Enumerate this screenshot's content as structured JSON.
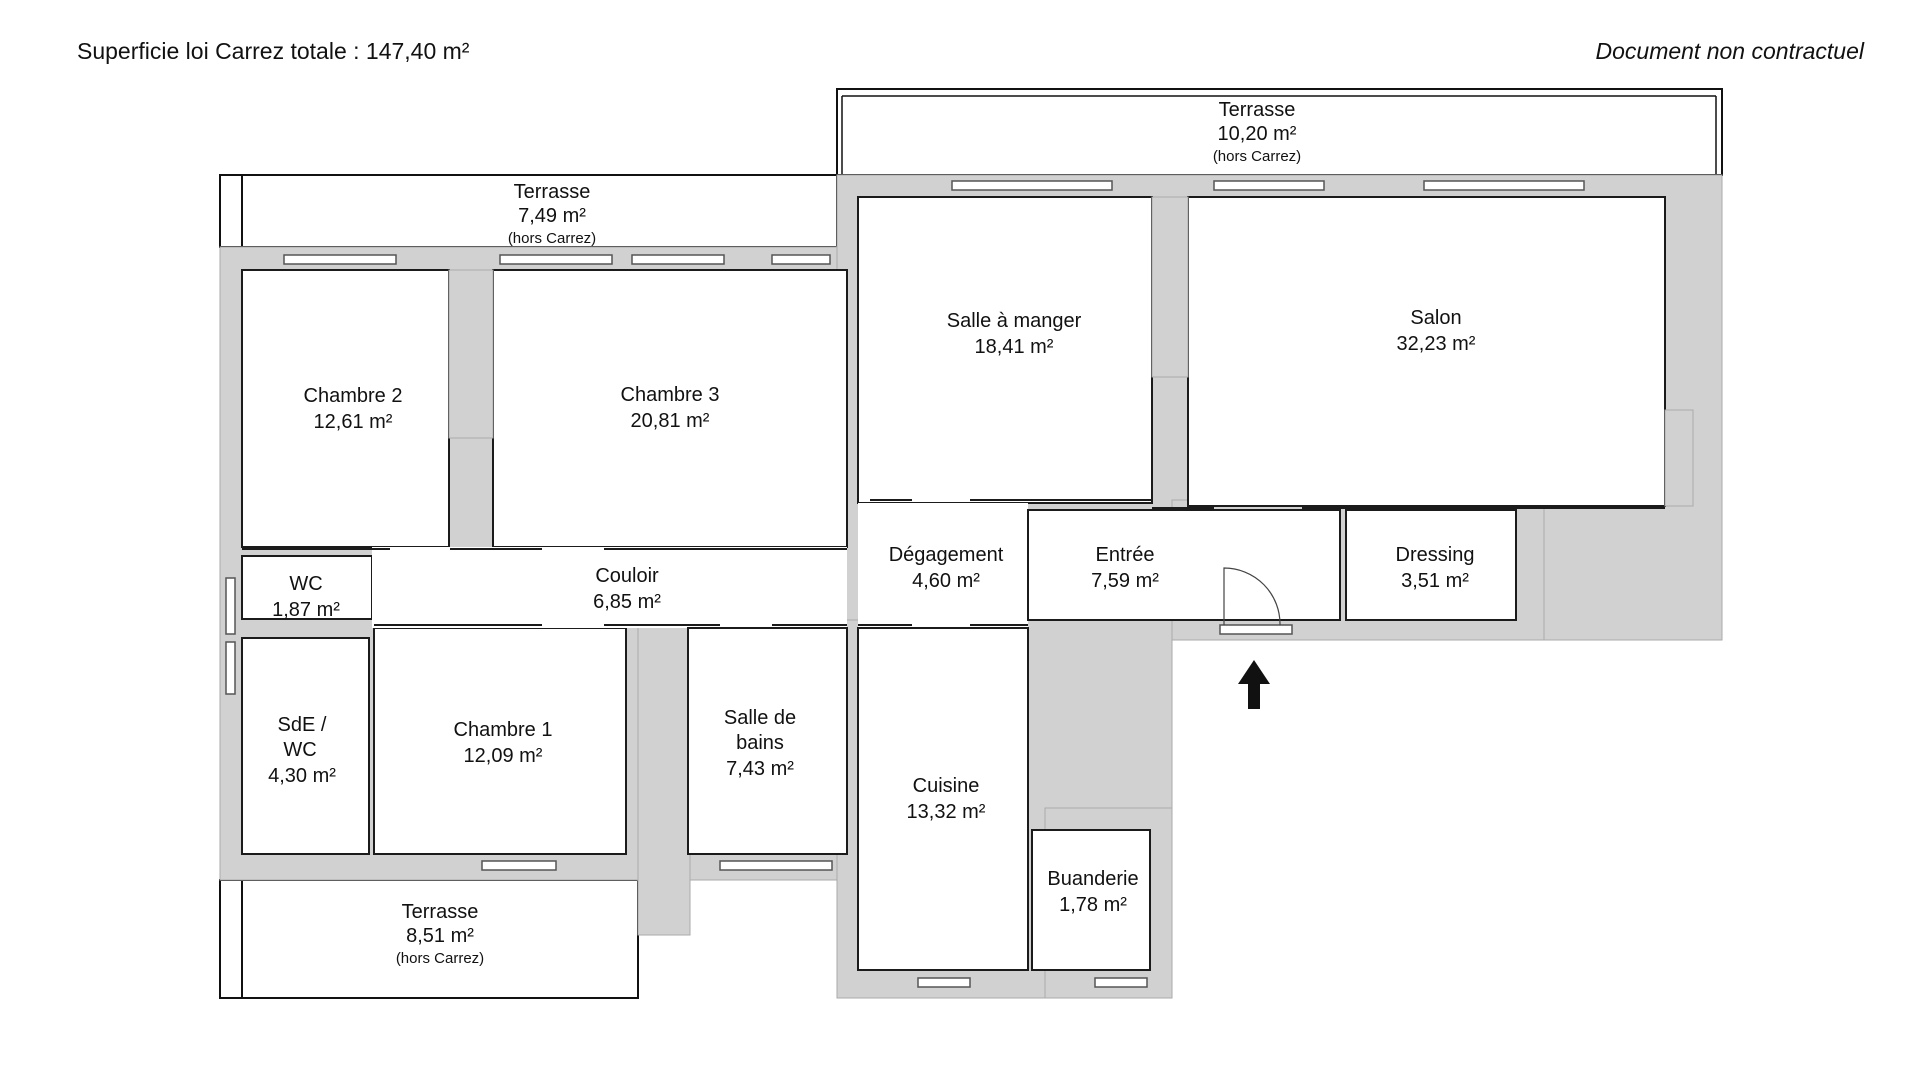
{
  "header": {
    "total_label": "Superficie loi Carrez totale :  147,40 m²",
    "disclaimer": "Document non contractuel"
  },
  "rooms": {
    "terrasse_top": {
      "name": "Terrasse",
      "area": "10,20 m²",
      "note": "(hors Carrez)"
    },
    "terrasse_left": {
      "name": "Terrasse",
      "area": "7,49 m²",
      "note": "(hors Carrez)"
    },
    "terrasse_bottom": {
      "name": "Terrasse",
      "area": "8,51 m²",
      "note": "(hors Carrez)"
    },
    "chambre2": {
      "name": "Chambre 2",
      "area": "12,61 m²"
    },
    "chambre3": {
      "name": "Chambre 3",
      "area": "20,81 m²"
    },
    "salle_a_manger": {
      "name": "Salle à manger",
      "area": "18,41 m²"
    },
    "salon": {
      "name": "Salon",
      "area": "32,23 m²"
    },
    "wc": {
      "name": "WC",
      "area": "1,87 m²"
    },
    "couloir": {
      "name": "Couloir",
      "area": "6,85 m²"
    },
    "degagement": {
      "name": "Dégagement",
      "area": "4,60 m²"
    },
    "entree": {
      "name": "Entrée",
      "area": "7,59 m²"
    },
    "dressing": {
      "name": "Dressing",
      "area": "3,51 m²"
    },
    "sde_wc": {
      "name1": "SdE  /",
      "name2": "WC",
      "area": "4,30 m²"
    },
    "chambre1": {
      "name": "Chambre 1",
      "area": "12,09 m²"
    },
    "salle_de_bains": {
      "name1": "Salle de",
      "name2": "bains",
      "area": "7,43 m²"
    },
    "cuisine": {
      "name": "Cuisine",
      "area": "13,32 m²"
    },
    "buanderie": {
      "name": "Buanderie",
      "area": "1,78 m²"
    }
  },
  "icons": {
    "entrance": "entrance-arrow-icon"
  },
  "colors": {
    "wall": "#d1d1d1",
    "line": "#1b1b1b"
  }
}
